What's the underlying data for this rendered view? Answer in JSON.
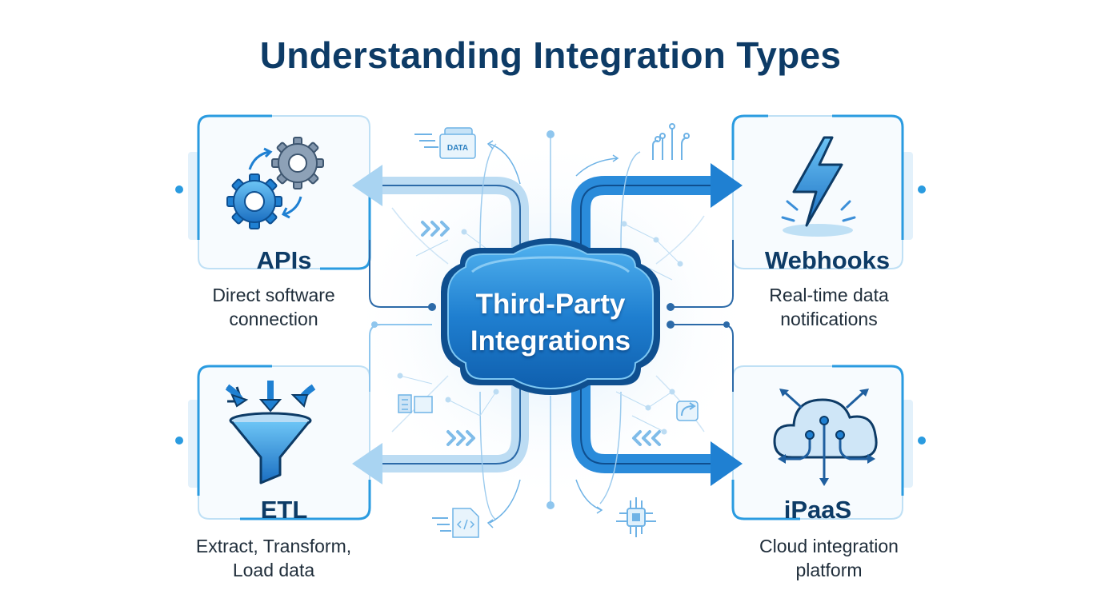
{
  "title": "Understanding Integration Types",
  "hub": {
    "line1": "Third-Party",
    "line2": "Integrations"
  },
  "data_tag": "DATA",
  "cards": [
    {
      "id": "apis",
      "title": "APIs",
      "desc_line1": "Direct software",
      "desc_line2": "connection",
      "icon": "gears-icon"
    },
    {
      "id": "webhooks",
      "title": "Webhooks",
      "desc_line1": "Real-time data",
      "desc_line2": "notifications",
      "icon": "lightning-bolt-icon"
    },
    {
      "id": "etl",
      "title": "ETL",
      "desc_line1": "Extract, Transform,",
      "desc_line2": "Load data",
      "icon": "funnel-icon"
    },
    {
      "id": "ipaas",
      "title": "iPaaS",
      "desc_line1": "Cloud integration",
      "desc_line2": "platform",
      "icon": "cloud-network-icon"
    }
  ],
  "colors": {
    "title": "#0d3b66",
    "accent": "#1e88d8",
    "accent_light": "#a9d4f2",
    "hub": "#1a75c9"
  }
}
